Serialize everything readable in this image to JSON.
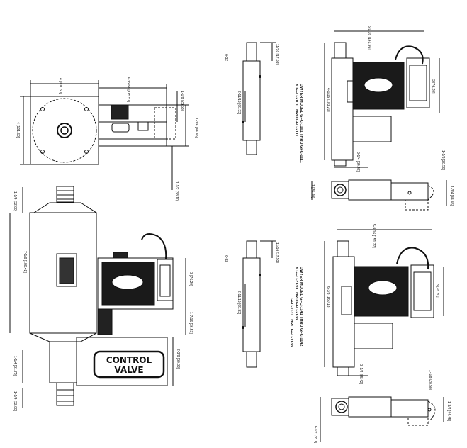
{
  "control_valve_text": [
    "CONTROL",
    "VALVE"
  ],
  "model_notes": {
    "top": [
      "DWYER MODEL GFC-1101 THRU GFC-1111",
      "& GFC-2101 THRU GFC-2111"
    ],
    "bottom": [
      "DWYER MODEL GFC-1141 THRU GFC-1142",
      "& GFC-2130 THRU GFC-2133",
      "GFC-1131 THRU GFC-1133"
    ]
  },
  "thread_labels": [
    "6-32",
    "6-32"
  ],
  "dims": {
    "tl_width": "4 [101.60]",
    "tl_height": "4 [101.60]",
    "tl_body": "4-35/64 [115.57]",
    "tl_r1": "1-1/8 [28.58]",
    "tl_r2": "1-3/4 [44.45]",
    "tl_r3": "1-1/2 [38.10]",
    "bl_top": "1-1/4 [32.00]",
    "bl_total": "7-1/8 [180.42]",
    "bl_bottom1": "1-1/4 [31.75]",
    "bl_bottom2": "1-1/4 [32.00]",
    "bl_m1": "3 [76.20]",
    "bl_m2": "1-7/16 [36.51]",
    "bl_m3": "2-3/8 [60.33]",
    "tr_side1": "11/16 [17.53]",
    "tr_side2": "2-11/16 [68.33]",
    "tr_top": "5-9/16 [141.96]",
    "tr_h": "3 [76.20]",
    "tr_body": "4-1/16 [103.20]",
    "tr_foot": "3-1/4 [84.42]",
    "tr_r1": "1-1/8 [28.58]",
    "tr_r2": "1 [25.40]",
    "tr_r3": "1-3/4 [44.45]",
    "br_side1": "11/16 [17.53]",
    "br_side2": "2-11/16 [68.33]",
    "br_top": "5-9/16 [151.77]",
    "br_h": "3 [76.20]",
    "br_body": "6-3/8 [160.18]",
    "br_foot": "3-1/4 [85.42]",
    "br_r1": "1-1/8 [28.58]",
    "br_r2": "1-3/4 [44.45]",
    "br_r3": "1-1/2 [38.1]"
  },
  "colors": {
    "line": "#111111",
    "dark": "#1a1a1a",
    "grey": "#666666"
  }
}
